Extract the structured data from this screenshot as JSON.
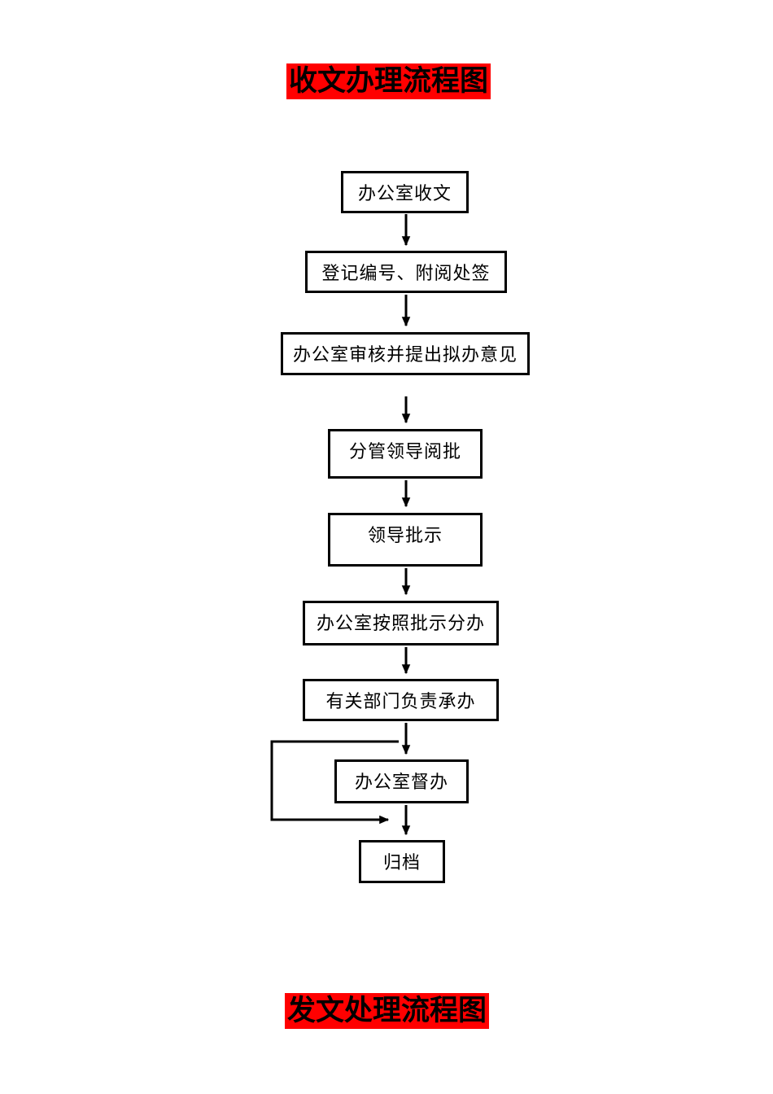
{
  "titles": {
    "incoming": "收文办理流程图",
    "outgoing": "发文处理流程图",
    "highlight_color": "#ff0000",
    "text_color": "#000000"
  },
  "flowchart": {
    "nodes": [
      {
        "id": "receive",
        "label": "办公室收文"
      },
      {
        "id": "register",
        "label": "登记编号、附阅处签"
      },
      {
        "id": "review",
        "label": "办公室审核并提出拟办意见"
      },
      {
        "id": "leaderread",
        "label": "分管领导阅批"
      },
      {
        "id": "instruct",
        "label": "领导批示"
      },
      {
        "id": "distribute",
        "label": "办公室按照批示分办"
      },
      {
        "id": "undertake",
        "label": "有关部门负责承办"
      },
      {
        "id": "supervise",
        "label": "办公室督办"
      },
      {
        "id": "archive",
        "label": "归档"
      }
    ],
    "edges": [
      {
        "from": "办公室收文",
        "to": "登记编号、附阅处签",
        "type": "arrow"
      },
      {
        "from": "登记编号、附阅处签",
        "to": "办公室审核并提出拟办意见",
        "type": "arrow"
      },
      {
        "from": "办公室审核并提出拟办意见",
        "to": "分管领导阅批",
        "type": "arrow"
      },
      {
        "from": "分管领导阅批",
        "to": "领导批示",
        "type": "arrow"
      },
      {
        "from": "领导批示",
        "to": "办公室按照批示分办",
        "type": "arrow"
      },
      {
        "from": "办公室按照批示分办",
        "to": "有关部门负责承办",
        "type": "arrow"
      },
      {
        "from": "有关部门负责承办",
        "to": "办公室督办",
        "type": "arrow"
      },
      {
        "from": "办公室督办",
        "to": "归档",
        "type": "arrow"
      },
      {
        "from": "有关部门负责承办",
        "to": "归档",
        "type": "bypass-loop"
      }
    ],
    "line_color": "#000000",
    "box_border_color": "#000000",
    "box_fill_color": "#ffffff"
  }
}
